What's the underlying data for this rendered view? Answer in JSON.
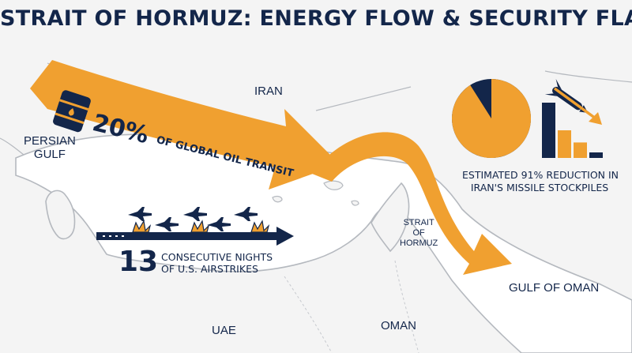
{
  "title": "STRAIT OF HORMUZ: ENERGY FLOW & SECURITY FLASHPOINTS",
  "regions": {
    "iran": "IRAN",
    "persian_gulf_line1": "PERSIAN",
    "persian_gulf_line2": "GULF",
    "strait_line1": "STRAIT",
    "strait_line2": "OF",
    "strait_line3": "HORMUZ",
    "gulf_of_oman": "GULF OF OMAN",
    "uae": "UAE",
    "oman": "OMAN"
  },
  "oil_stat": {
    "value": "20%",
    "text": "OF GLOBAL OIL TRANSIT"
  },
  "airstrike_stat": {
    "value": "13",
    "line1": "CONSECUTIVE NIGHTS",
    "line2": "OF U.S. AIRSTRIKES"
  },
  "missile_stat": {
    "line1": "ESTIMATED 91% REDUCTION IN",
    "line2": "IRAN'S MISSILE STOCKPILES",
    "pie_fraction": 0.91,
    "bar_levels": [
      1.0,
      0.5,
      0.28,
      0.1
    ]
  },
  "colors": {
    "navy": "#13264a",
    "orange": "#f0a030",
    "land": "#f4f4f4",
    "water": "#ffffff",
    "coast": "#b5b9bf"
  },
  "icons": [
    "oil-barrel-icon",
    "fighter-jet-icon",
    "explosion-icon",
    "missile-icon",
    "pie-chart-icon",
    "bar-chart-icon",
    "down-arrow-icon"
  ]
}
